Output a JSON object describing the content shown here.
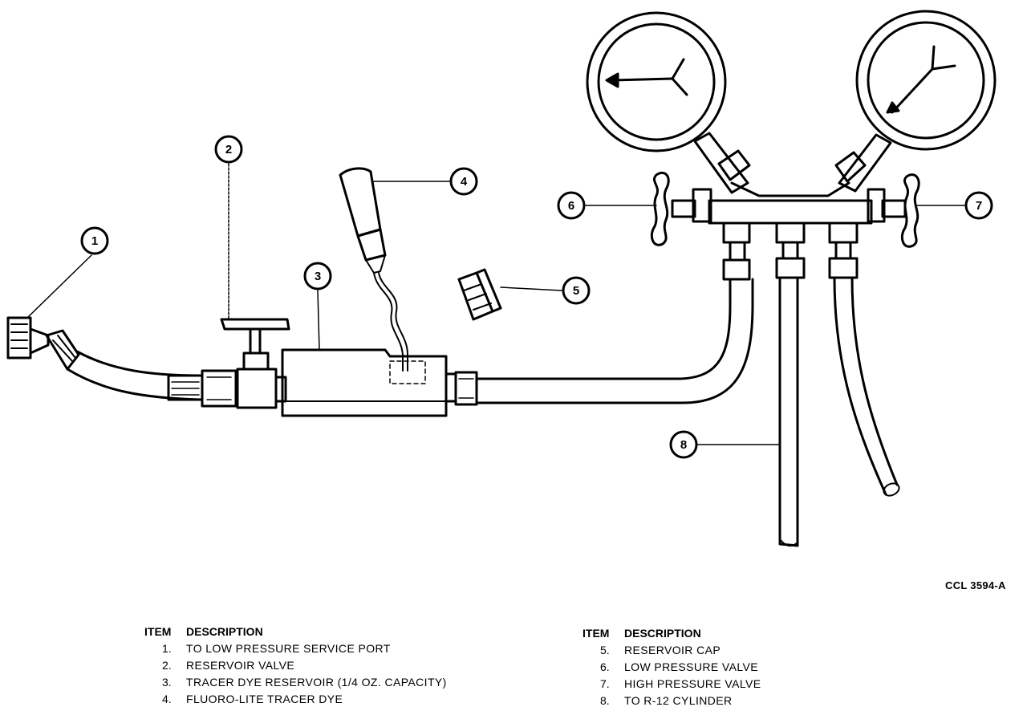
{
  "figure_id": "CCL 3594-A",
  "callouts": [
    "1",
    "2",
    "3",
    "4",
    "5",
    "6",
    "7",
    "8"
  ],
  "legend_left": {
    "header_item": "ITEM",
    "header_desc": "DESCRIPTION",
    "rows": [
      {
        "num": "1.",
        "desc": "TO LOW PRESSURE SERVICE PORT"
      },
      {
        "num": "2.",
        "desc": "RESERVOIR VALVE"
      },
      {
        "num": "3.",
        "desc": "TRACER DYE RESERVOIR (1/4 OZ. CAPACITY)"
      },
      {
        "num": "4.",
        "desc": "FLUORO-LITE TRACER DYE"
      }
    ]
  },
  "legend_right": {
    "header_item": "ITEM",
    "header_desc": "DESCRIPTION",
    "rows": [
      {
        "num": "5.",
        "desc": "RESERVOIR CAP"
      },
      {
        "num": "6.",
        "desc": "LOW PRESSURE VALVE"
      },
      {
        "num": "7.",
        "desc": "HIGH PRESSURE VALVE"
      },
      {
        "num": "8.",
        "desc": "TO R-12 CYLINDER"
      }
    ]
  }
}
